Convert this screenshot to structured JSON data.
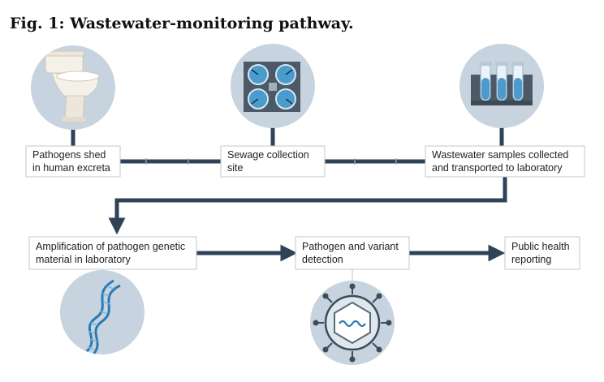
{
  "title": "Fig. 1: Wastewater-monitoring pathway.",
  "colors": {
    "pipe": "#2f4258",
    "circle": "#c7d3de",
    "accent_blue": "#4a9ccf",
    "dna_blue": "#2a7bb5"
  },
  "steps": [
    {
      "lines": [
        "Pathogens shed",
        "in human excreta"
      ],
      "icon": "toilet-icon"
    },
    {
      "lines": [
        "Sewage collection",
        "site"
      ],
      "icon": "sewage-tanks-icon"
    },
    {
      "lines": [
        "Wastewater samples collected",
        "and transported to laboratory"
      ],
      "icon": "test-tubes-icon"
    },
    {
      "lines": [
        "Amplification of pathogen genetic",
        "material in laboratory"
      ],
      "icon": "dna-icon"
    },
    {
      "lines": [
        "Pathogen and variant",
        "detection"
      ],
      "icon": "virus-icon"
    },
    {
      "lines": [
        "Public health",
        "reporting"
      ],
      "icon": null
    }
  ]
}
